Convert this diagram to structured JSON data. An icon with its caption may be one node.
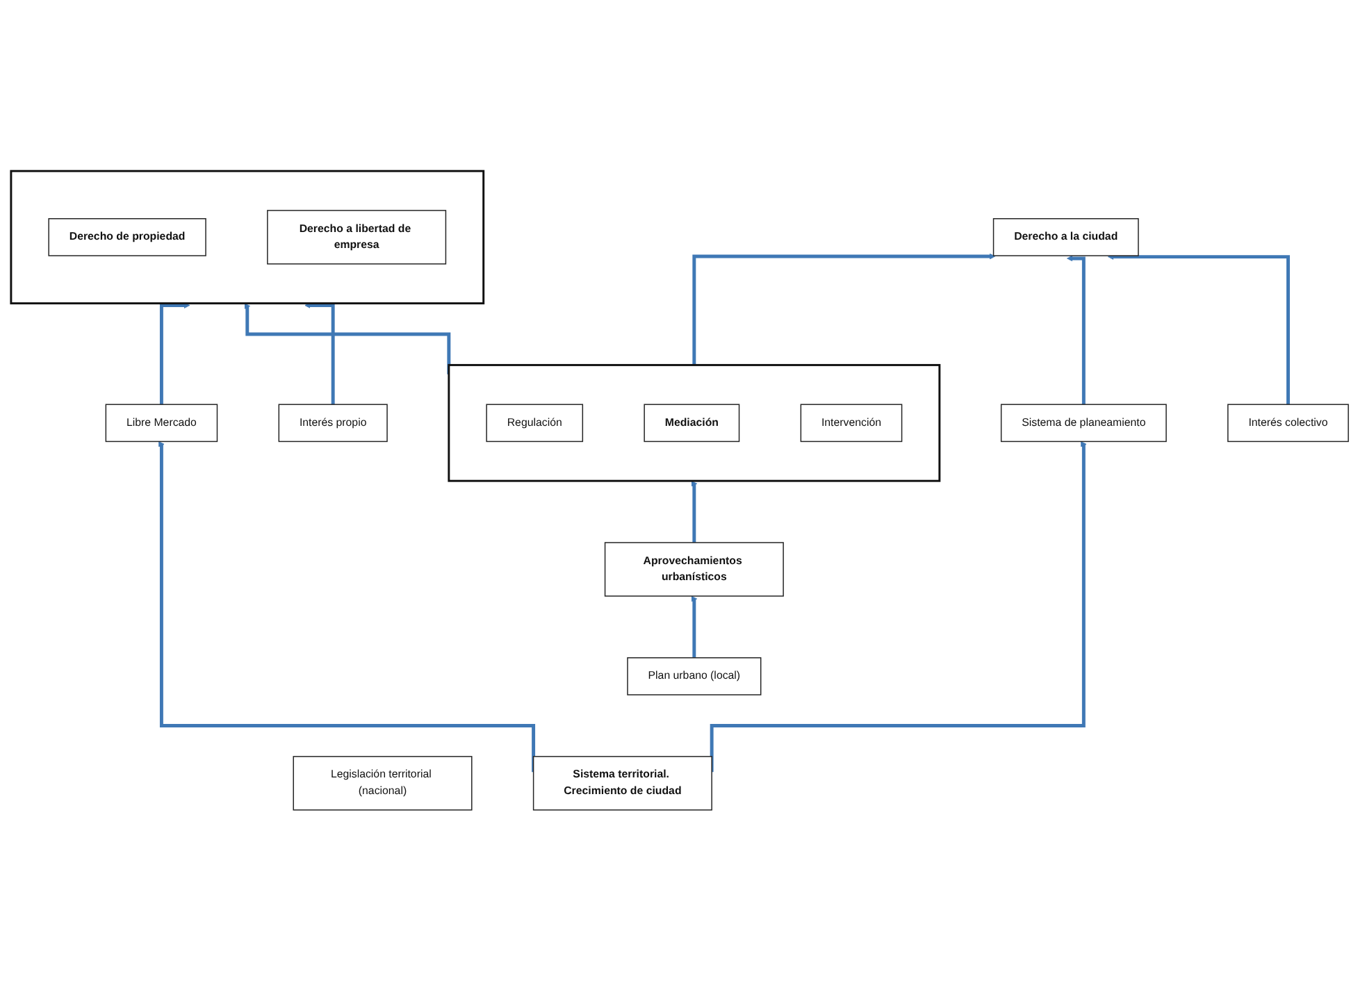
{
  "diagram": {
    "nodes": [
      {
        "text": [
          "Interés propio"
        ]
      },
      {
        "text": [
          "Interés colectivo"
        ]
      },
      {
        "text": [],
        "shape": "box"
      },
      {
        "text": [
          "Derecho de propiedad"
        ],
        "in": 2
      },
      {
        "text": [
          "Derecho a libertad de empresa"
        ],
        "in": 2
      },
      {
        "text": [],
        "shape": "box"
      },
      {
        "text": [
          "Regulación"
        ],
        "in": 5
      },
      {
        "text": [
          "Mediación"
        ],
        "in": 5
      },
      {
        "text": [
          "Intervención"
        ],
        "in": 5
      },
      {
        "text": [
          "Derecho a la ciudad"
        ]
      },
      {
        "text": [
          "Libre Mercado"
        ]
      },
      {
        "text": [
          "Aprovechamientos urbanísticos"
        ]
      },
      {
        "text": [
          "Sistema de planeamiento"
        ]
      },
      {
        "text": [
          "Plan urbano (local)"
        ]
      },
      {
        "text": [
          "Legislación territorial (nacional)"
        ]
      },
      {
        "text": [
          "Sistema territorial. Crecimiento de ciudad"
        ]
      }
    ],
    "edges": [
      {
        "from": 0,
        "to": 2,
        "arrow": "to"
      },
      {
        "from": 5,
        "to": 2,
        "arrow": "to"
      },
      {
        "from": 5,
        "to": 9,
        "arrow": "to"
      },
      {
        "from": 1,
        "to": 9,
        "arrow": "to"
      },
      {
        "from": 10,
        "to": 2,
        "arrow": "to"
      },
      {
        "from": 11,
        "to": 5,
        "arrow": "to"
      },
      {
        "from": 13,
        "to": 11,
        "arrow": "to"
      },
      {
        "from": 15,
        "to": 10,
        "arrow": "to"
      },
      {
        "from": 15,
        "to": 12,
        "arrow": "to"
      },
      {
        "from": 12,
        "to": 9,
        "arrow": "to"
      }
    ]
  }
}
